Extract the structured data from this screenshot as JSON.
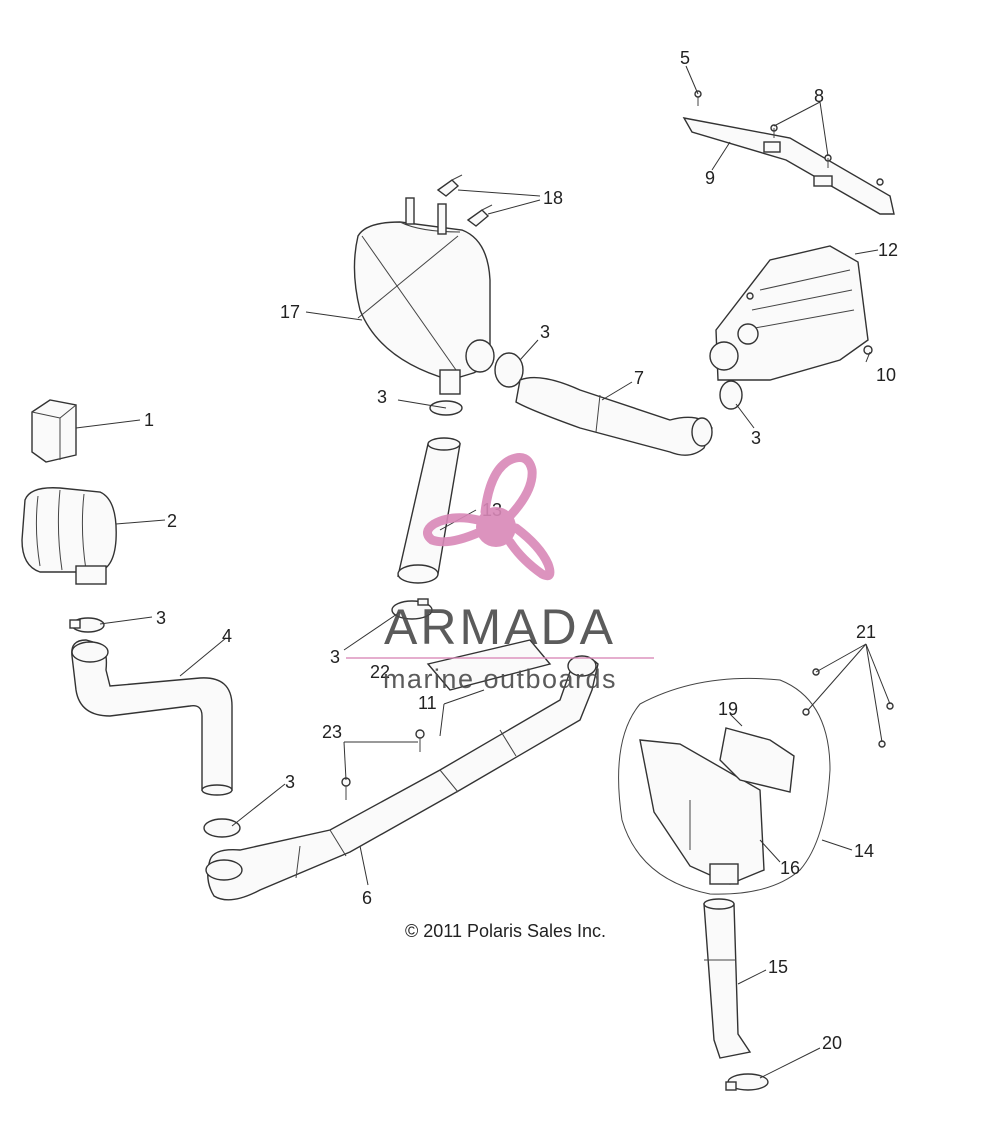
{
  "copyright": "© 2011 Polaris Sales Inc.",
  "watermark": {
    "brand": "ARMADA",
    "tagline": "marine outboards",
    "accent_color": "#d988b8",
    "text_color": "#4a4a4a"
  },
  "callouts": [
    "1",
    "2",
    "3",
    "3",
    "3",
    "3",
    "3",
    "3",
    "4",
    "5",
    "6",
    "7",
    "8",
    "9",
    "10",
    "11",
    "12",
    "13",
    "14",
    "15",
    "16",
    "17",
    "18",
    "19",
    "20",
    "21",
    "22",
    "23"
  ]
}
